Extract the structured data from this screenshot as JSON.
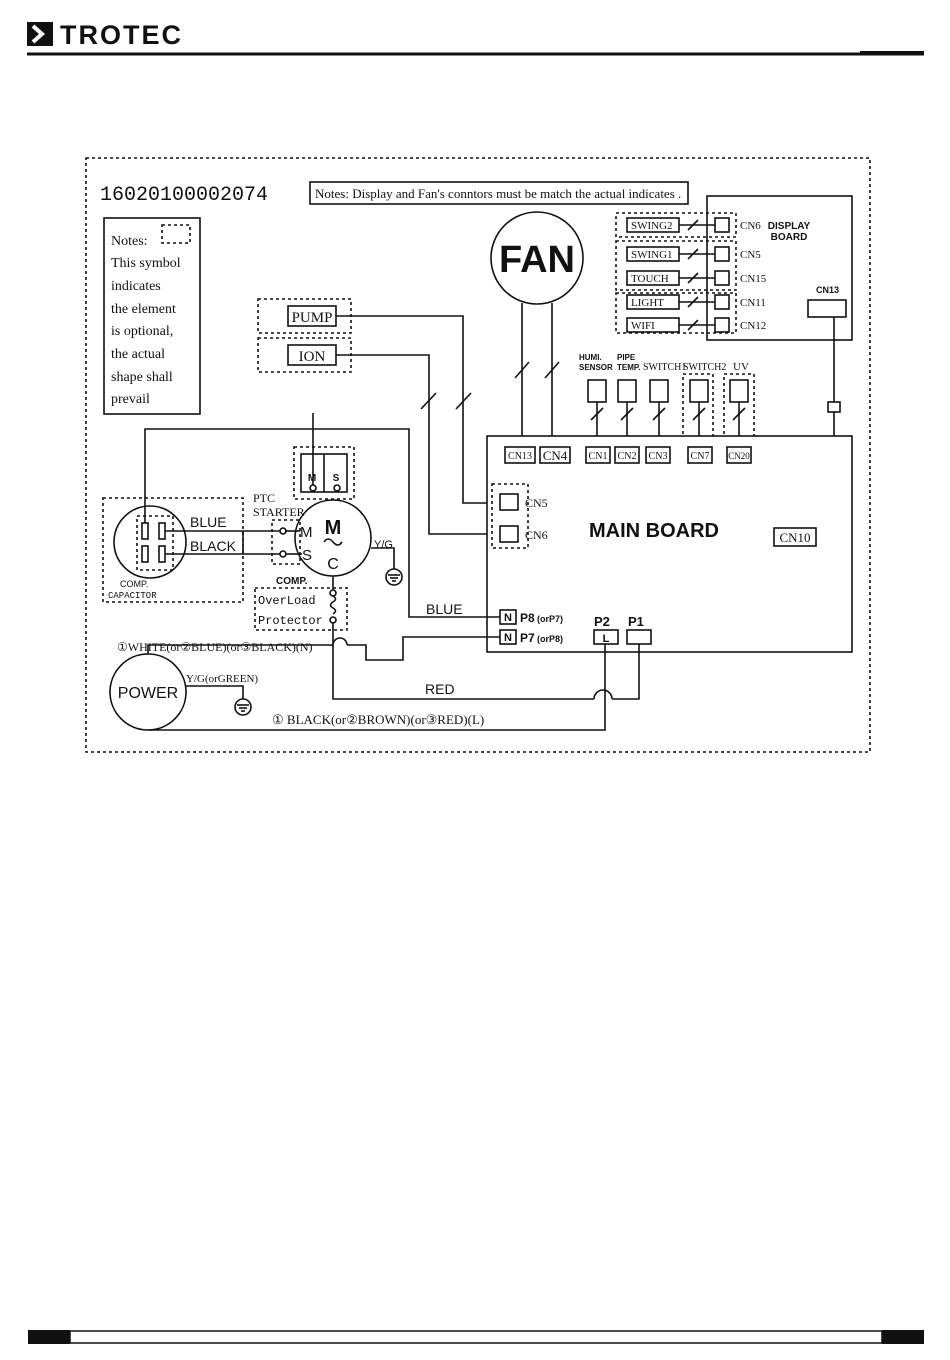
{
  "header": {
    "brand": "TROTEC"
  },
  "diagram": {
    "code": "16020100002074",
    "note_top": "Notes: Display and Fan's conntors must be match the actual indicates .",
    "note_box": [
      "Notes:",
      "This symbol",
      "indicates",
      "the element",
      "is optional,",
      "the actual",
      "shape shall",
      "prevail"
    ],
    "fan": "FAN",
    "pump": "PUMP",
    "ion": "ION",
    "display_board": [
      "DISPLAY",
      "BOARD"
    ],
    "display_items": [
      "SWING2",
      "SWING1",
      "TOUCH",
      "LIGHT",
      "WIFI"
    ],
    "display_cns": [
      "CN6",
      "CN5",
      "CN15",
      "CN11",
      "CN12"
    ],
    "cn13_display": "CN13",
    "sensors": {
      "humi": [
        "HUMI.",
        "SENSOR"
      ],
      "pipe": [
        "PIPE",
        "TEMP."
      ],
      "switch1": "SWITCH1",
      "switch2": "SWITCH2",
      "uv": "UV"
    },
    "main_cns": [
      "CN13",
      "CN4",
      "CN1",
      "CN2",
      "CN3",
      "CN7",
      "CN20"
    ],
    "main_board": "MAIN BOARD",
    "cn5": "CN5",
    "cn6": "CN6",
    "cn10": "CN10",
    "p8": "P8",
    "p8_alt": "(orP7)",
    "p7": "P7",
    "p7_alt": "(orP8)",
    "n_label": "N",
    "p2": "P2",
    "p1": "P1",
    "l_label": "L",
    "wire_blue_cap": "BLUE",
    "wire_black_cap": "BLACK",
    "wire_blue": "BLUE",
    "wire_red": "RED",
    "ptc": [
      "PTC",
      "STARTER"
    ],
    "comp_m": "M",
    "comp_s": "S",
    "comp_c": "C",
    "comp_motor": "M",
    "comp_label": "COMP.",
    "yg": "Y/G",
    "capacitor": [
      "COMP.",
      "CAPACITOR"
    ],
    "overload": [
      "OverLoad",
      "Protector"
    ],
    "power": "POWER",
    "power_yg": "Y/G(orGREEN)",
    "neutral_wire": "①WHITE(or②BLUE)(or③BLACK)(N)",
    "live_wire": "① BLACK(or②BROWN)(or③RED)(L)"
  }
}
